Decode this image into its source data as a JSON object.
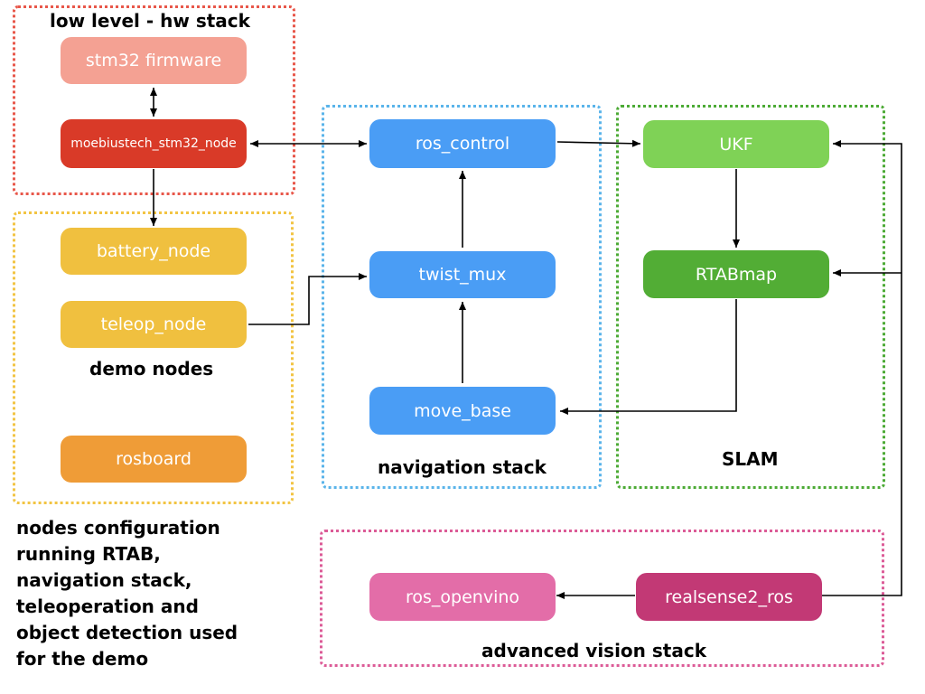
{
  "groups": {
    "low_level": {
      "title": "low level - hw stack",
      "color": "#e8574a"
    },
    "demo": {
      "title": "demo nodes",
      "color": "#f2c443"
    },
    "navigation": {
      "title": "navigation stack",
      "color": "#5ab4ea"
    },
    "slam": {
      "title": "SLAM",
      "color": "#4caa35"
    },
    "vision": {
      "title": "advanced vision stack",
      "color": "#dc5b97"
    }
  },
  "nodes": {
    "stm32_firmware": {
      "label": "stm32 firmware",
      "color": "#f4a193"
    },
    "moebiustech_stm32_node": {
      "label": "moebiustech_stm32_node",
      "color": "#d93a28"
    },
    "battery_node": {
      "label": "battery_node",
      "color": "#f0c03f"
    },
    "teleop_node": {
      "label": "teleop_node",
      "color": "#f0c03f"
    },
    "rosboard": {
      "label": "rosboard",
      "color": "#ef9c37"
    },
    "ros_control": {
      "label": "ros_control",
      "color": "#4a9df5"
    },
    "twist_mux": {
      "label": "twist_mux",
      "color": "#4a9df5"
    },
    "move_base": {
      "label": "move_base",
      "color": "#4a9df5"
    },
    "ukf": {
      "label": "UKF",
      "color": "#7fd256"
    },
    "rtabmap": {
      "label": "RTABmap",
      "color": "#52ad35"
    },
    "ros_openvino": {
      "label": "ros_openvino",
      "color": "#e36da8"
    },
    "realsense2_ros": {
      "label": "realsense2_ros",
      "color": "#c23975"
    }
  },
  "caption": [
    "nodes configuration",
    "running RTAB,",
    "navigation stack,",
    "teleoperation and",
    "object detection used",
    "for the demo"
  ]
}
